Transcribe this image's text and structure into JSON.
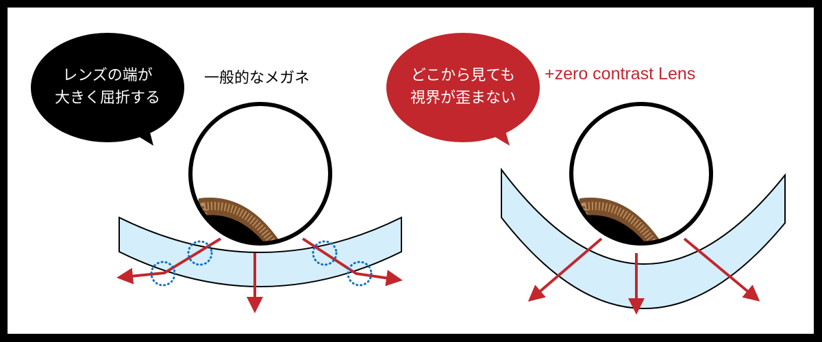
{
  "colors": {
    "frame": "#000000",
    "background": "#ffffff",
    "accent_red": "#c1272d",
    "lens_fill": "#d4eefb",
    "iris_brown": "#7a4f2a",
    "iris_stripe": "#b98a5b",
    "refraction_marker": "#0a6fc2"
  },
  "left_panel": {
    "title": "一般的なメガネ",
    "bubble": {
      "line1": "レンズの端が",
      "line2": "大きく屈折する",
      "color": "#000000"
    },
    "diagram": "eye-behind-conventional-lens",
    "rays": [
      "left-refracted",
      "center-straight",
      "right-refracted"
    ],
    "refraction_points": 4
  },
  "right_panel": {
    "title": "+zero contrast Lens",
    "bubble": {
      "line1": "どこから見ても",
      "line2": "視界が歪まない",
      "color": "#c1272d"
    },
    "diagram": "eye-behind-wrapped-lens",
    "rays": [
      "left-straight",
      "center-straight",
      "right-straight"
    ]
  }
}
